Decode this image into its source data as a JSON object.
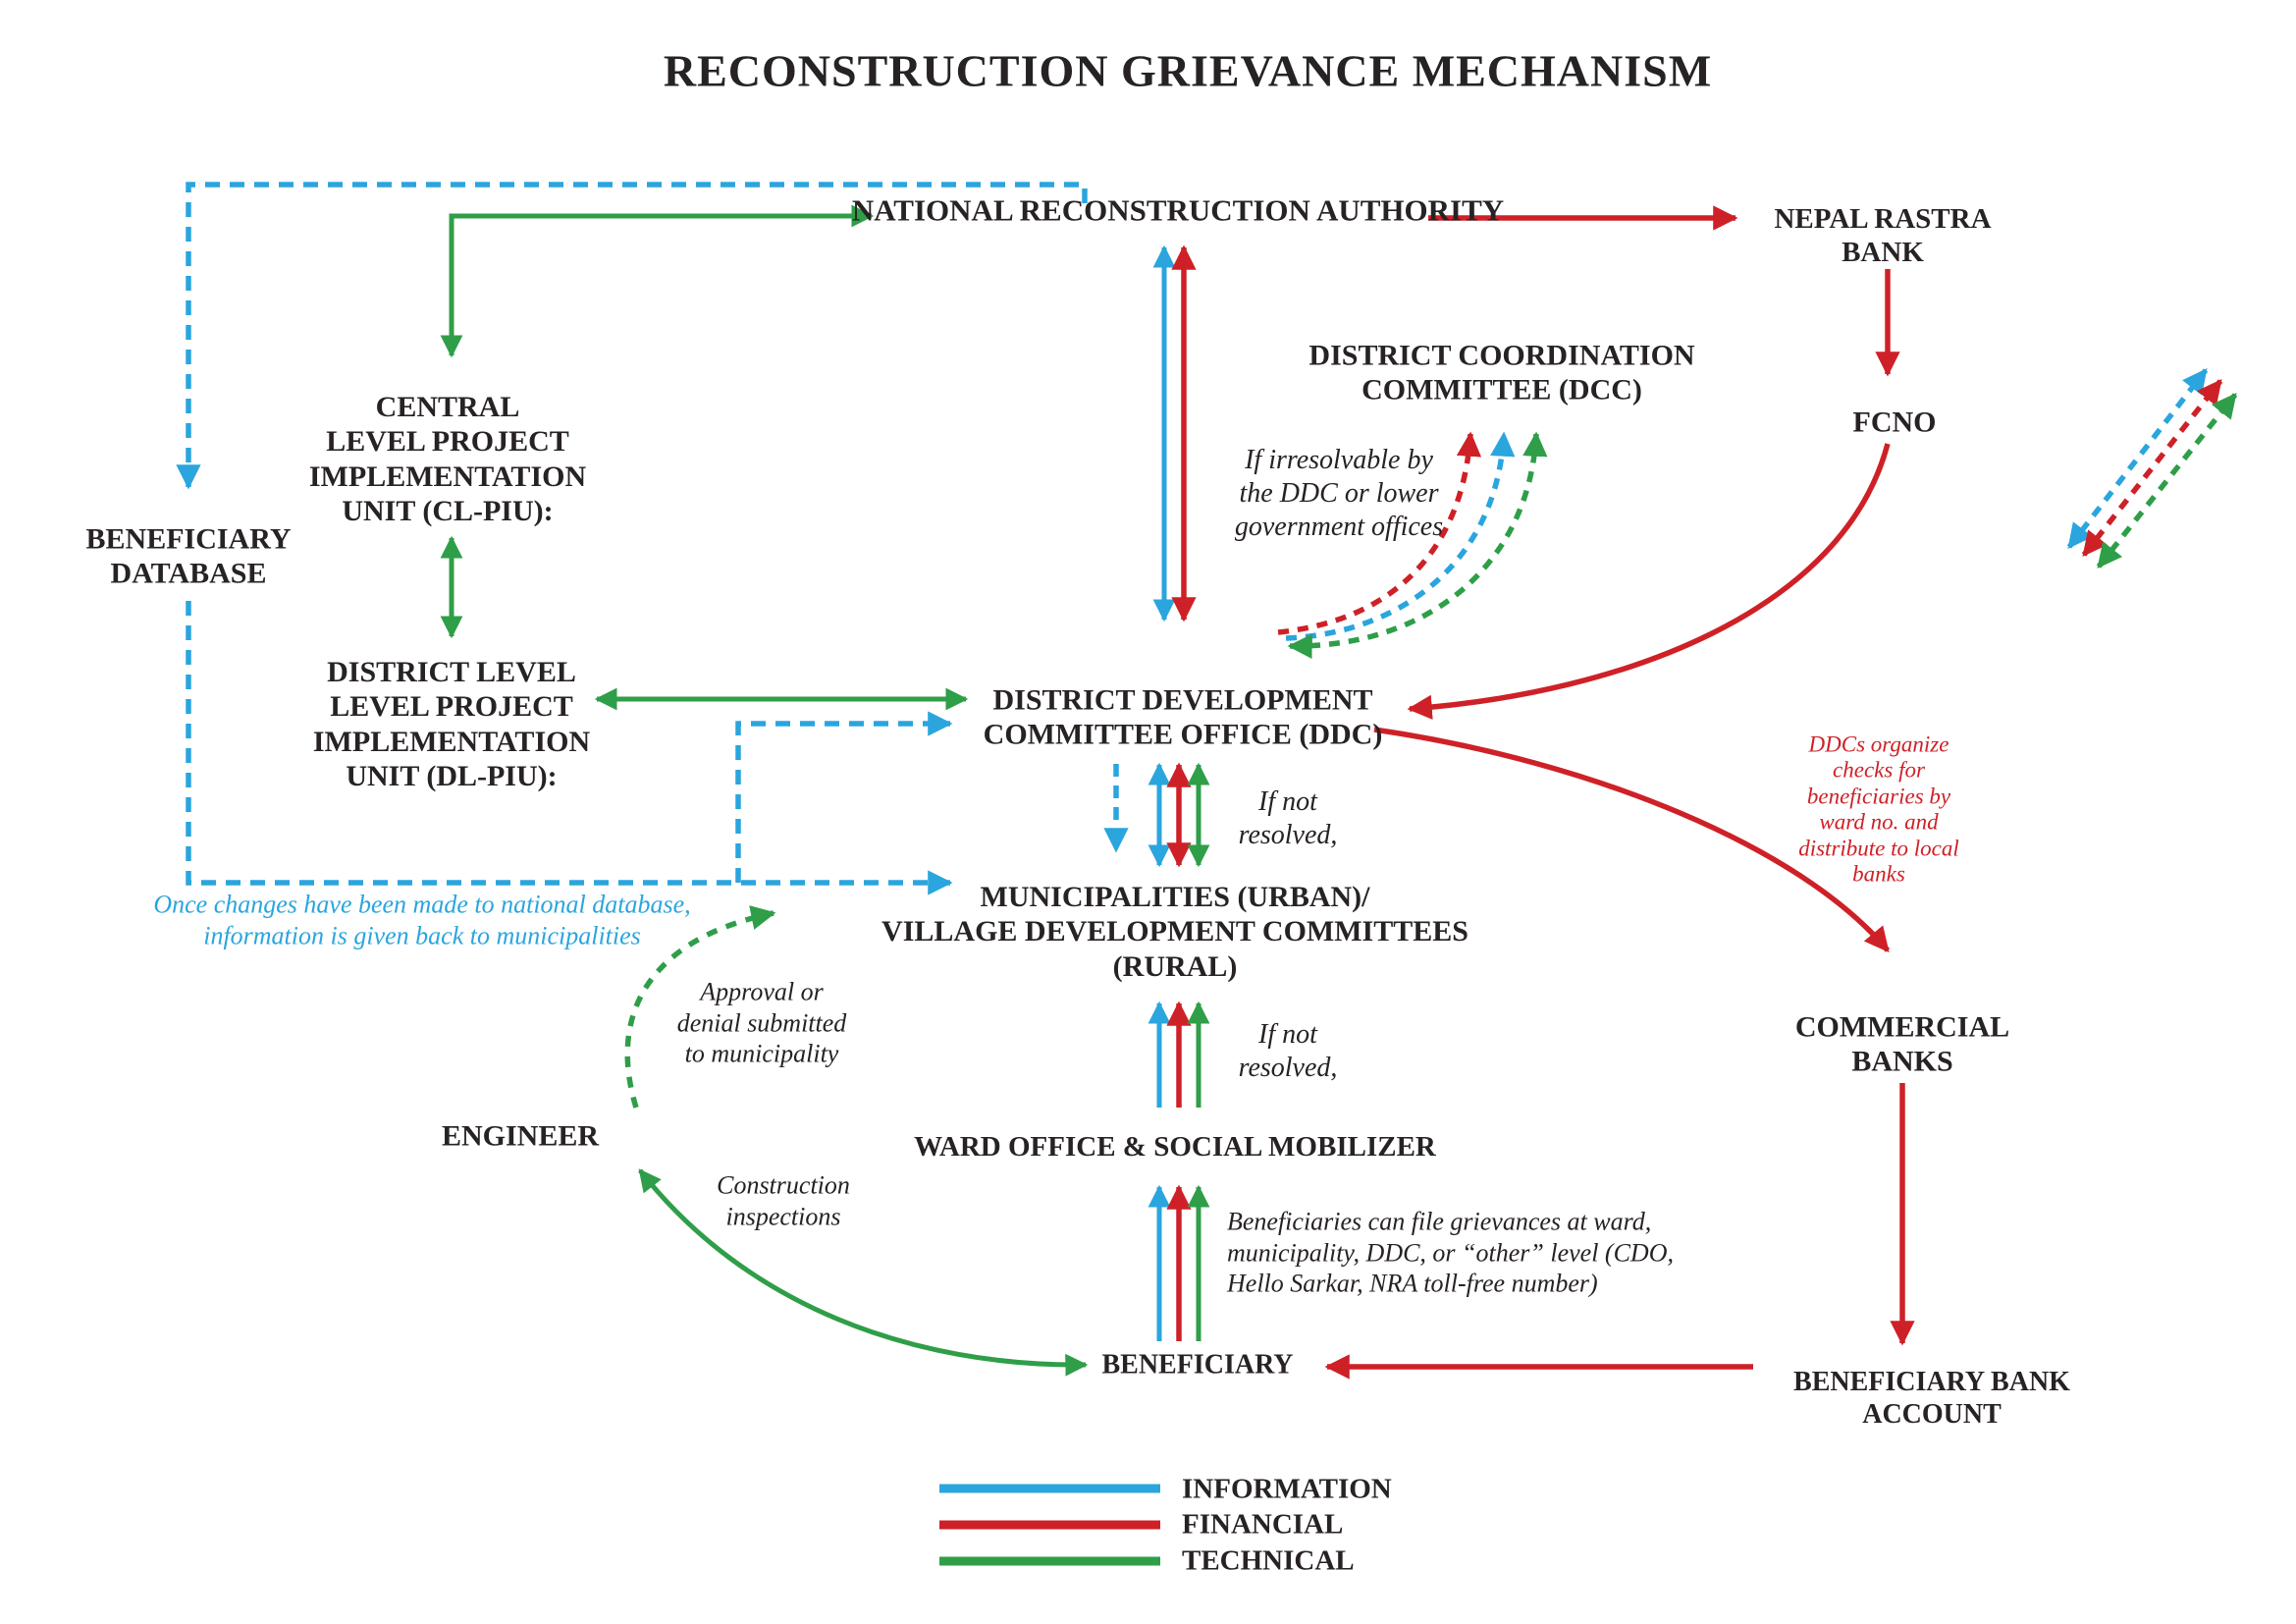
{
  "title": "RECONSTRUCTION GRIEVANCE MECHANISM",
  "colors": {
    "information": "#2AA5DD",
    "financial": "#CE2127",
    "technical": "#2F9E48",
    "text": "#272223"
  },
  "nodes": {
    "nra": "NATIONAL RECONSTRUCTION AUTHORITY",
    "nepal_rastra_bank": "NEPAL RASTRA\nBANK",
    "fcno": "FCNO",
    "dcc": "DISTRICT COORDINATION\nCOMMITTEE (DCC)",
    "cl_piu": "CENTRAL\nLEVEL PROJECT\nIMPLEMENTATION\nUNIT (CL-PIU):",
    "beneficiary_database": "BENEFICIARY\nDATABASE",
    "dl_piu": "DISTRICT LEVEL\nLEVEL PROJECT\nIMPLEMENTATION\nUNIT (DL-PIU):",
    "ddc": "DISTRICT DEVELOPMENT\nCOMMITTEE OFFICE (DDC)",
    "municipalities": "MUNICIPALITIES (URBAN)/\nVILLAGE DEVELOPMENT COMMITTEES\n(RURAL)",
    "ward": "WARD OFFICE & SOCIAL MOBILIZER",
    "engineer": "ENGINEER",
    "beneficiary": "BENEFICIARY",
    "commercial_banks": "COMMERCIAL\nBANKS",
    "beneficiary_bank_account": "BENEFICIARY BANK\nACCOUNT"
  },
  "annotations": {
    "if_irresolvable": "If irresolvable by\nthe DDC or lower\ngovernment offices",
    "if_not_resolved_upper": "If not\nresolved,",
    "if_not_resolved_lower": "If not\nresolved,",
    "once_changes": "Once changes have been made to national database,\ninformation is given back to municipalities",
    "approval": "Approval or\ndenial submitted\nto municipality",
    "construction": "Construction\ninspections",
    "beneficiaries_can_file": "Beneficiaries can file grievances at ward,\nmunicipality, DDC, or “other” level (CDO,\nHello Sarkar, NRA toll-free number)",
    "ddcs_organize": "DDCs organize\nchecks for\nbeneficiaries by\nward no. and\ndistribute to local\nbanks"
  },
  "legend": {
    "items": [
      {
        "label": "INFORMATION",
        "color": "#2AA5DD"
      },
      {
        "label": "FINANCIAL",
        "color": "#CE2127"
      },
      {
        "label": "TECHNICAL",
        "color": "#2F9E48"
      }
    ]
  }
}
